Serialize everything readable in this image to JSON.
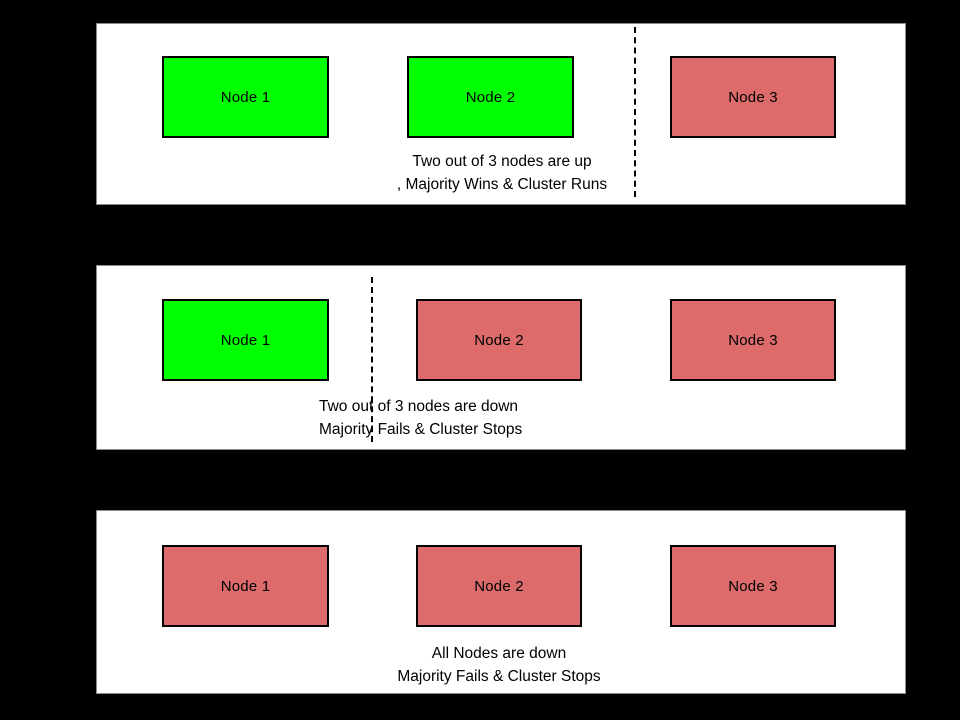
{
  "diagram": {
    "title": "Cluster Quorum / Majority Scenarios",
    "colors": {
      "node_up": "#00ff00",
      "node_down": "#dd6b6b",
      "panel_background": "#ffffff",
      "canvas_background": "#000000",
      "border": "#000000",
      "divider": "#000000"
    },
    "panels": [
      {
        "id": "scenario-majority-wins",
        "nodes": [
          {
            "label": "Node 1",
            "state": "up",
            "color": "#00ff00"
          },
          {
            "label": "Node 2",
            "state": "up",
            "color": "#00ff00"
          },
          {
            "label": "Node 3",
            "state": "down",
            "color": "#dd6b6b"
          }
        ],
        "divider": {
          "after_node_index": 1,
          "style": "dashed"
        },
        "caption": {
          "line1": "Two out of 3 nodes are up",
          "line2": ", Majority Wins & Cluster Runs"
        }
      },
      {
        "id": "scenario-majority-fails-two-down",
        "nodes": [
          {
            "label": "Node 1",
            "state": "up",
            "color": "#00ff00"
          },
          {
            "label": "Node 2",
            "state": "down",
            "color": "#dd6b6b"
          },
          {
            "label": "Node 3",
            "state": "down",
            "color": "#dd6b6b"
          }
        ],
        "divider": {
          "after_node_index": 0,
          "style": "dashed"
        },
        "caption": {
          "line1": "Two out of 3 nodes are down",
          "line2": "Majority Fails & Cluster Stops"
        }
      },
      {
        "id": "scenario-all-down",
        "nodes": [
          {
            "label": "Node 1",
            "state": "down",
            "color": "#dd6b6b"
          },
          {
            "label": "Node 2",
            "state": "down",
            "color": "#dd6b6b"
          },
          {
            "label": "Node 3",
            "state": "down",
            "color": "#dd6b6b"
          }
        ],
        "divider": null,
        "caption": {
          "line1": "All Nodes are down",
          "line2": "Majority Fails & Cluster Stops"
        }
      }
    ]
  }
}
